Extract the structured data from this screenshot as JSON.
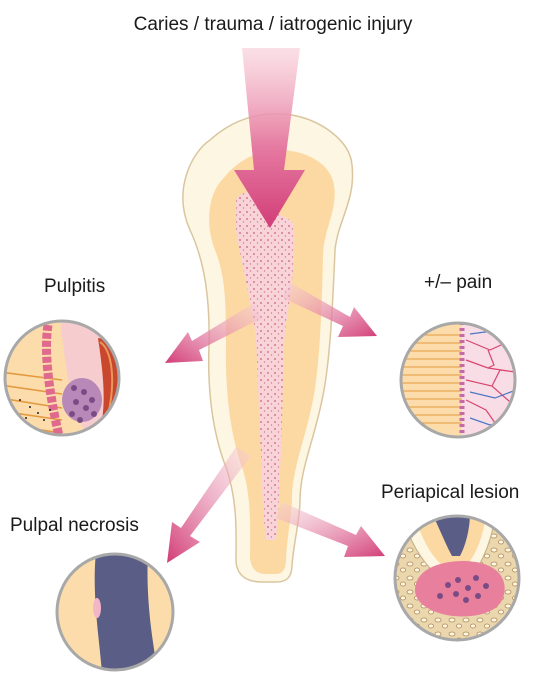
{
  "title": "Caries / trauma / iatrogenic injury",
  "labels": {
    "pulpitis": "Pulpitis",
    "pain": "+/– pain",
    "periapical": "Periapical lesion",
    "necrosis": "Pulpal necrosis"
  },
  "colors": {
    "enamel": "#fdf6e2",
    "dentin": "#fcd9a3",
    "pulp": "#f8d4d9",
    "arrow": "#d6457f",
    "circle_border": "#a8a8a8",
    "necrosis": "#5a5d86",
    "bone": "#e9d4a8",
    "lesion": "#e8809d"
  },
  "icons": {
    "main_arrow": "down-arrow",
    "branch_arrows": "diagonal-arrows"
  }
}
